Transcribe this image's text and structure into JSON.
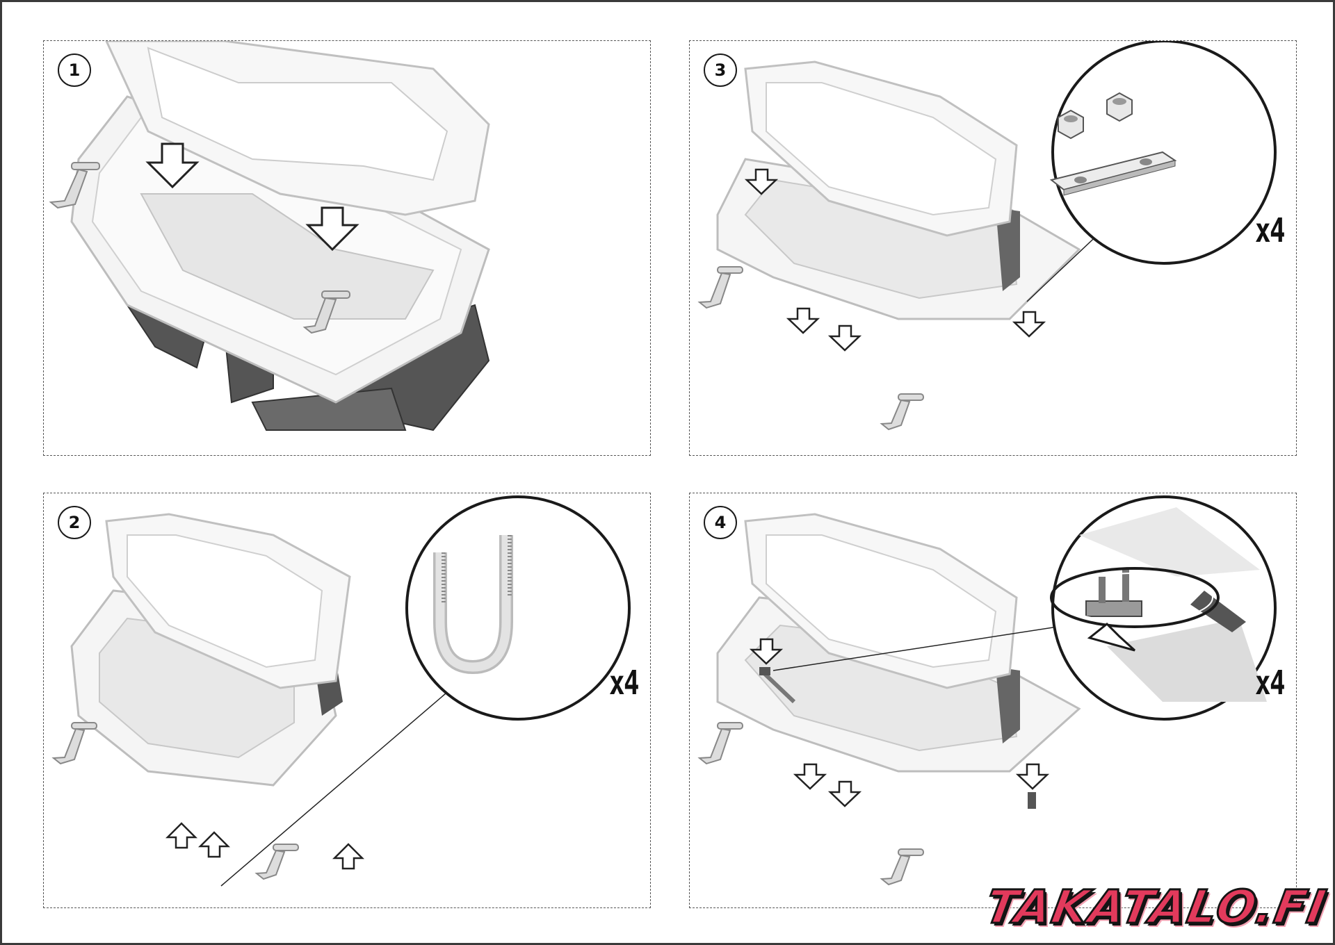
{
  "steps": [
    {
      "number": "1"
    },
    {
      "number": "2",
      "quantity": "x4"
    },
    {
      "number": "3",
      "quantity": "x4"
    },
    {
      "number": "4",
      "quantity": "x4"
    }
  ],
  "brand": {
    "text": "TAKATALO.FI",
    "color": "#e23a5c"
  },
  "icons": {
    "arrow": "down-arrow-icon",
    "arrow_up": "up-arrow-icon",
    "rotate": "rotate-arrow-icon",
    "u_bolt": "u-bolt-icon",
    "nut": "nut-icon",
    "plate": "plate-icon"
  }
}
